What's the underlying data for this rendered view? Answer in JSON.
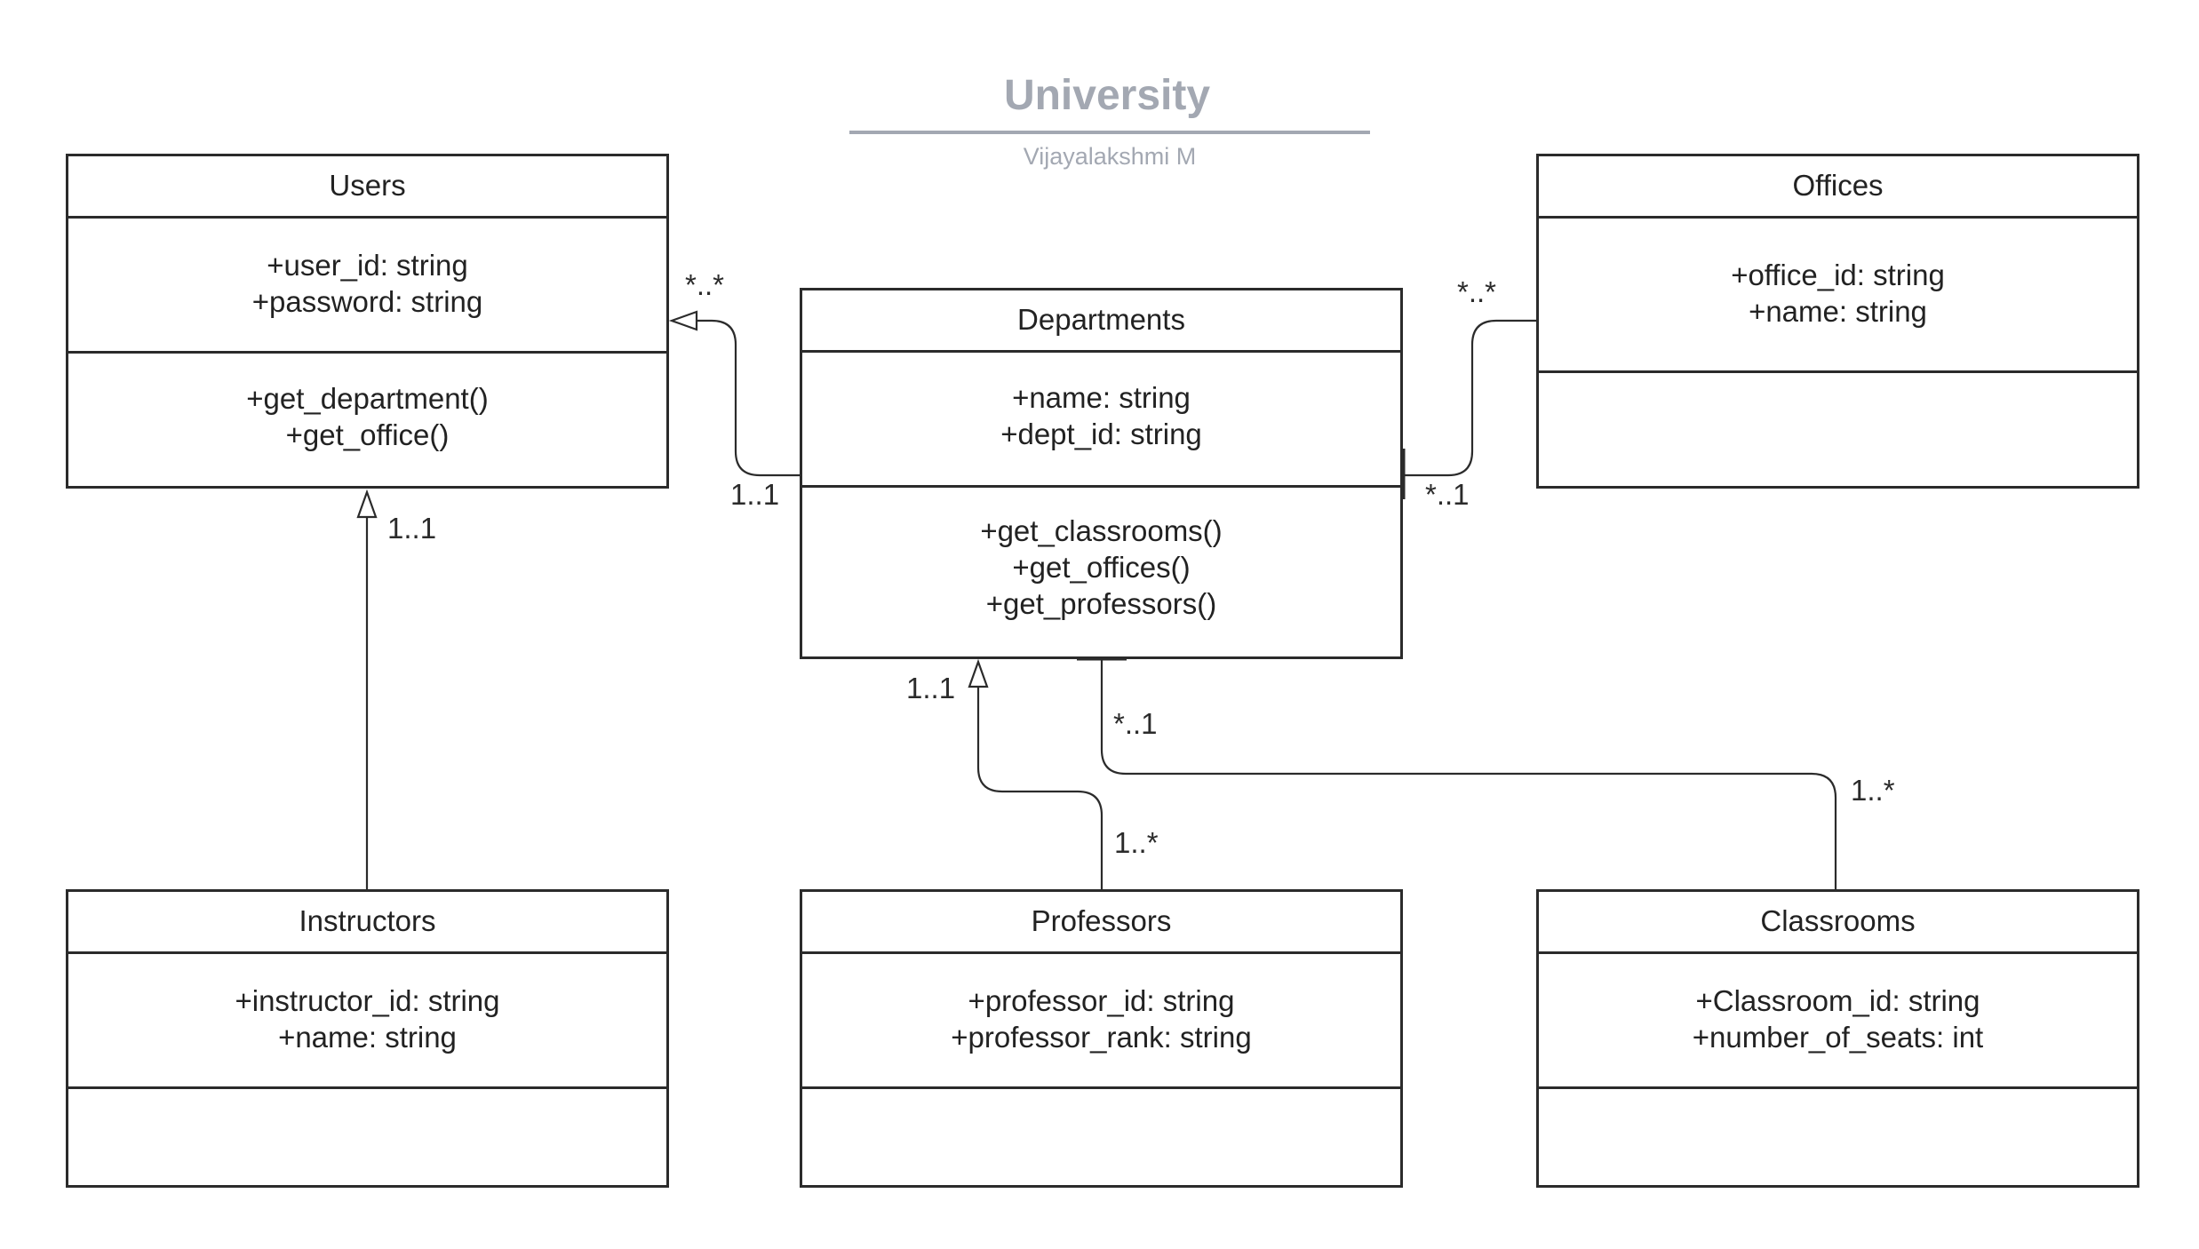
{
  "header": {
    "title": "University",
    "author": "Vijayalakshmi M"
  },
  "classes": {
    "users": {
      "name": "Users",
      "attributes": [
        "+user_id: string",
        "+password: string"
      ],
      "operations": [
        "+get_department()",
        "+get_office()"
      ]
    },
    "departments": {
      "name": "Departments",
      "attributes": [
        "+name: string",
        "+dept_id: string"
      ],
      "operations": [
        "+get_classrooms()",
        "+get_offices()",
        "+get_professors()"
      ]
    },
    "offices": {
      "name": "Offices",
      "attributes": [
        "+office_id: string",
        "+name: string"
      ],
      "operations": []
    },
    "instructors": {
      "name": "Instructors",
      "attributes": [
        "+instructor_id: string",
        "+name: string"
      ],
      "operations": []
    },
    "professors": {
      "name": "Professors",
      "attributes": [
        "+professor_id: string",
        "+professor_rank: string"
      ],
      "operations": []
    },
    "classrooms": {
      "name": "Classrooms",
      "attributes": [
        "+Classroom_id: string",
        "+number_of_seats: int"
      ],
      "operations": []
    }
  },
  "multiplicities": {
    "users_dept_users_end": "*..*",
    "users_dept_dept_end": "1..1",
    "dept_offices_offices_end": "*..*",
    "dept_offices_dept_end": "*..1",
    "instructors_users_users_end": "1..1",
    "professors_dept_dept_end": "1..1",
    "professors_dept_prof_end": "1..*",
    "classrooms_dept_dept_end": "*..1",
    "classrooms_dept_class_end": "1..*"
  },
  "colors": {
    "line": "#2b2b2b",
    "title": "#a3a8b2"
  }
}
